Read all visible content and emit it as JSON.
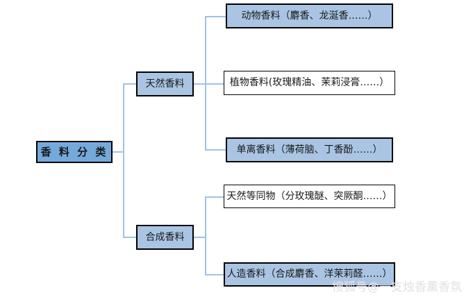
{
  "diagram": {
    "title": "香料分类",
    "root": {
      "label": "香 料 分 类"
    },
    "branches": [
      {
        "label": "天然香料",
        "children": [
          {
            "label": "动物香料（麝香、龙涎香……）"
          },
          {
            "label": "植物香料(玫瑰精油、茉莉浸膏……）"
          },
          {
            "label": "单离香料（薄荷脑、丁香酚……）"
          }
        ]
      },
      {
        "label": "合成香料",
        "children": [
          {
            "label": "天然等同物（分玫瑰醚、突厥酮……）"
          },
          {
            "label": "人造香料（合成麝香、洋茉莉醛……）"
          }
        ]
      }
    ]
  },
  "watermark": {
    "text": "搜狐号@一支烛香薰香氛"
  },
  "colors": {
    "node_fill_blue": "#a9c5e3",
    "node_fill_white": "#ffffff",
    "root_fill": "#74a9dc",
    "connector": "#9dc3e6",
    "border": "#000000",
    "watermark": "#e0e0e0"
  }
}
